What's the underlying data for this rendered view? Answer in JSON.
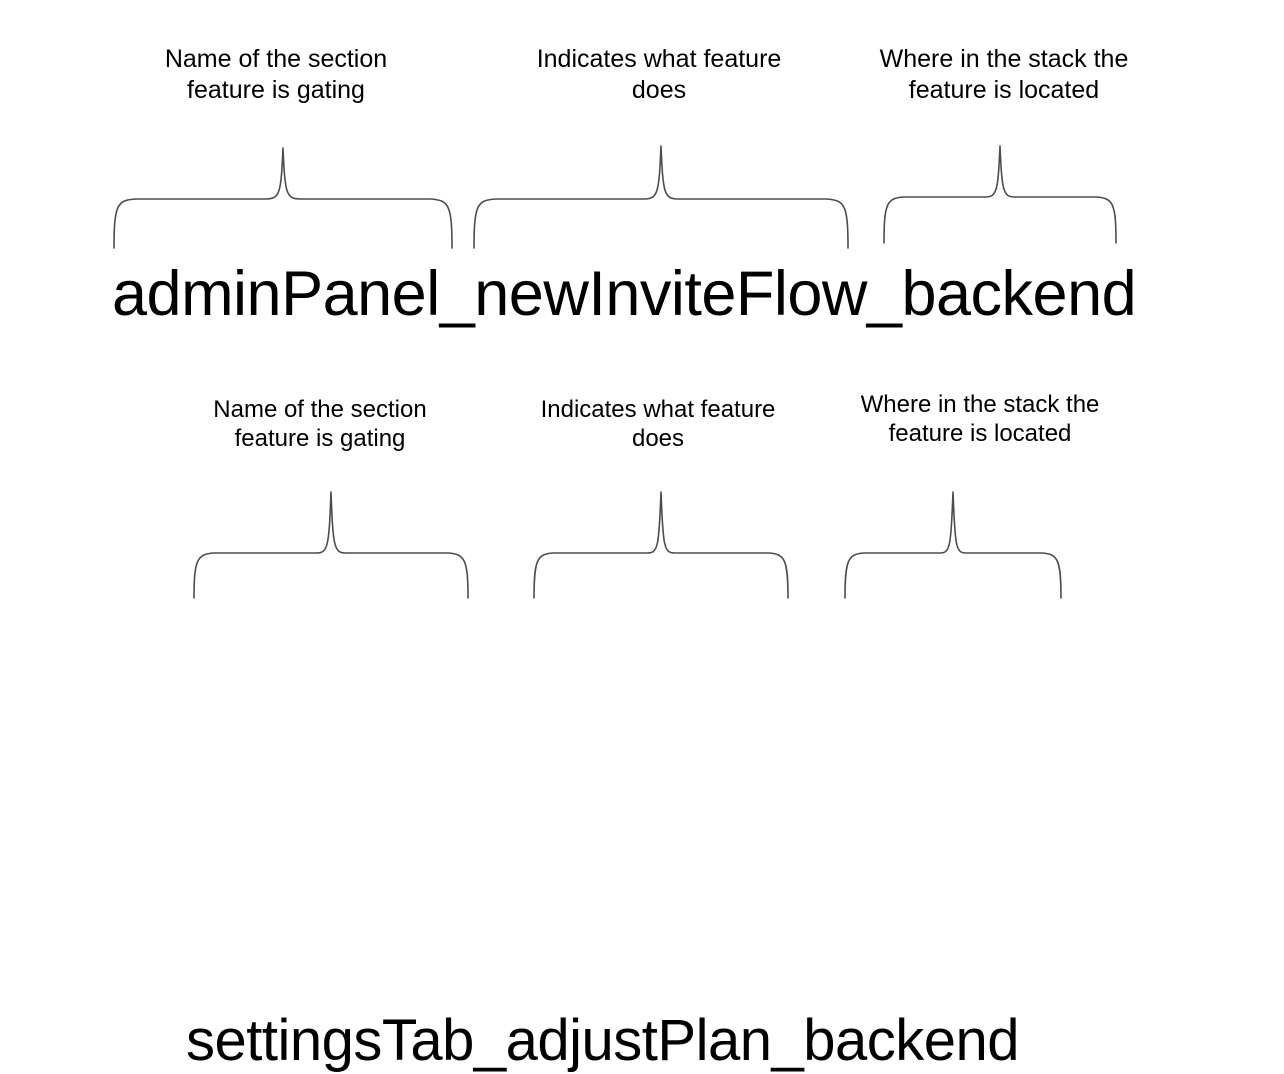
{
  "page": {
    "background_color": "#ffffff",
    "text_color": "#000000",
    "brace_color": "#4d4d4d",
    "title": "Feature flag naming convention diagram"
  },
  "rows": [
    {
      "id": "row-1",
      "flag_name": "adminPanel_newInviteFlow_backend",
      "segments": [
        {
          "token": "adminPanel",
          "caption": "Name of the section\nfeature is gating",
          "caption_line_1": "Name of the section",
          "caption_line_2": "feature is gating"
        },
        {
          "token": "newInviteFlow",
          "caption": "Indicates what feature\ndoes",
          "caption_line_1": "Indicates what feature",
          "caption_line_2": "does"
        },
        {
          "token": "backend",
          "caption": "Where in the stack the\nfeature is located",
          "caption_line_1": "Where in the stack the",
          "caption_line_2": "feature is located"
        }
      ]
    },
    {
      "id": "row-2",
      "flag_name": "settingsTab_adjustPlan_backend",
      "segments": [
        {
          "token": "settingsTab",
          "caption": "Name of the section\nfeature is gating",
          "caption_line_1": "Name of the section",
          "caption_line_2": "feature is gating"
        },
        {
          "token": "adjustPlan",
          "caption": "Indicates what feature\ndoes",
          "caption_line_1": "Indicates what feature",
          "caption_line_2": "does"
        },
        {
          "token": "backend",
          "caption": "Where in the stack the\nfeature is located",
          "caption_line_1": "Where in the stack the",
          "caption_line_2": "feature is located"
        }
      ]
    }
  ]
}
